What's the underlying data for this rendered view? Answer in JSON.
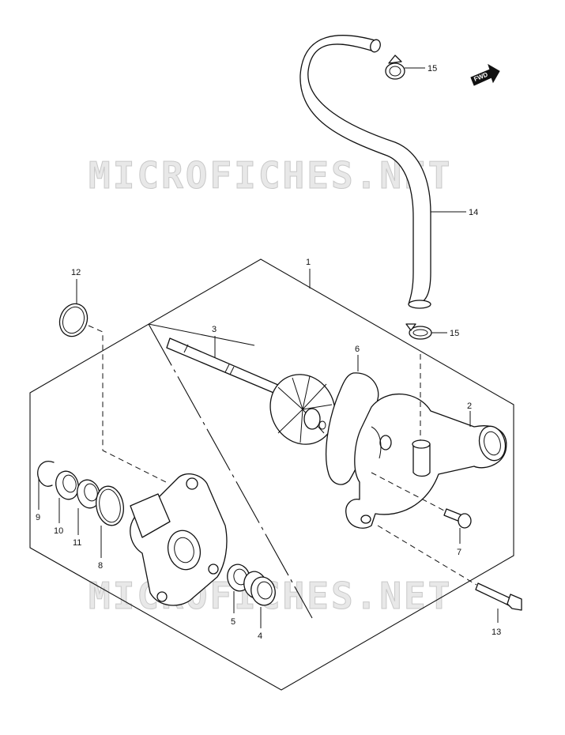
{
  "watermark": {
    "text": "MICROFICHES.NET"
  },
  "fwd_badge": {
    "label": "FWD"
  },
  "callouts": [
    {
      "id": "1",
      "label": "1"
    },
    {
      "id": "2",
      "label": "2"
    },
    {
      "id": "3",
      "label": "3"
    },
    {
      "id": "4",
      "label": "4"
    },
    {
      "id": "5",
      "label": "5"
    },
    {
      "id": "6",
      "label": "6"
    },
    {
      "id": "7",
      "label": "7"
    },
    {
      "id": "8",
      "label": "8"
    },
    {
      "id": "9",
      "label": "9"
    },
    {
      "id": "10",
      "label": "10"
    },
    {
      "id": "11",
      "label": "11"
    },
    {
      "id": "12",
      "label": "12"
    },
    {
      "id": "13",
      "label": "13"
    },
    {
      "id": "14",
      "label": "14"
    },
    {
      "id": "15a",
      "label": "15"
    },
    {
      "id": "15b",
      "label": "15"
    }
  ]
}
